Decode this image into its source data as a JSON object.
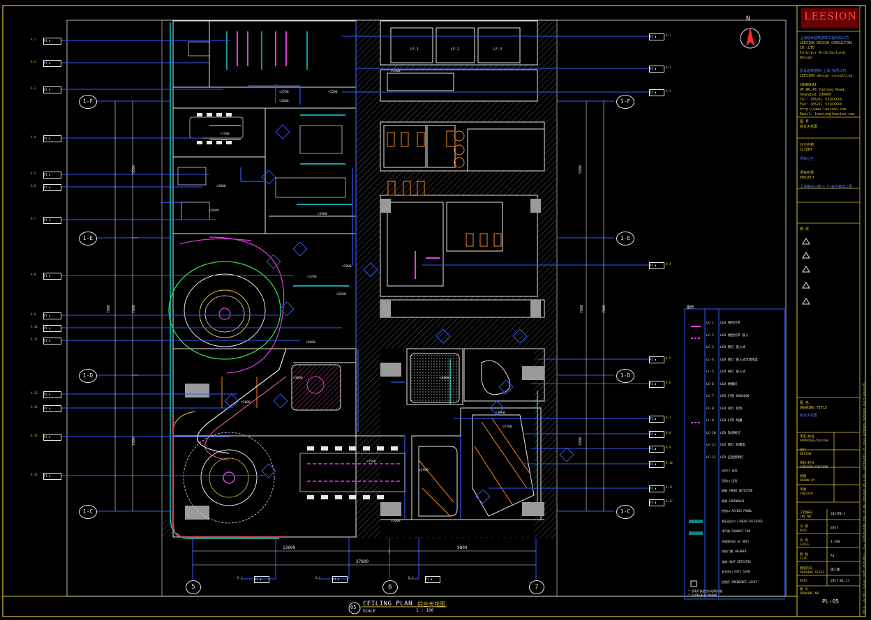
{
  "drawing": {
    "north_label": "N",
    "ceiling_plan_title": "CEILING PLAN",
    "ceiling_plan_title_cn": "综合天花图",
    "scale_label": "SCALE",
    "scale_value": "1 : 100",
    "view_number": "05",
    "sheet_number": "PL-05"
  },
  "grid_labels": {
    "rows": [
      "1-F",
      "1-E",
      "1-D",
      "1-C"
    ],
    "cols": [
      "5",
      "6",
      "7"
    ]
  },
  "dimensions": {
    "bottom_left": "13600",
    "bottom_right": "9800",
    "bottom_total": "27800",
    "left_a": "5800",
    "left_b": "7900",
    "left_total": "7800"
  },
  "title_block": {
    "logo": "LEESION",
    "company_cn": "上海励世建筑装饰工程有限公司",
    "company_en": "LEESION DESIGN CONSULTING CO.,LTD",
    "subtitle": "Interior Architectural Design",
    "company2_cn": "励世建筑装饰(上海)有限公司",
    "company2_en": "LEESION design consulting",
    "address": "SHANGHAI",
    "addr1": "9F,NO.45 Yanlong Road,",
    "addr2": "Shanghai 200000",
    "tel": "Tel:  (8621) 5316XXXX",
    "fax": "Fax:  (8621) 5316XXXX",
    "web": "http://www.leesion.com",
    "email": "Email: leesion@leesion.com",
    "client_label": "业主名称",
    "client_label_en": "CLIENT",
    "client_value": "项目业主",
    "project_label": "项目名称",
    "project_label_en": "PROJECT",
    "project_value": "上海某办公楼(1-F)室内装饰工程",
    "phase_label": "图 号",
    "phase_value": "综合天花图",
    "revision_label": "修 改",
    "drawing_title_label": "图 名",
    "drawing_title_label_en": "DRAWING TITLE",
    "drawing_title_value": "综合天花图",
    "approvals": [
      {
        "cn": "审定/批准",
        "en": "APPROVAL/REVIEW"
      },
      {
        "cn": "设计",
        "en": "DESIGN"
      },
      {
        "cn": "审核/校对",
        "en": "CHECKED/CHECKED"
      },
      {
        "cn": "绘图",
        "en": "DRAWN BY"
      },
      {
        "cn": "审图",
        "en": "CHECKED"
      }
    ],
    "job_label": "工程编号",
    "job_label_en": "JOB NO.",
    "job_value": "2017PE-1",
    "date_label": "日 期",
    "date_label_en": "DATE",
    "date_value": "2017",
    "scale2_label": "比 例",
    "scale2_label_en": "SCALE",
    "scale2_value": "1:100",
    "size_label": "图 幅",
    "size_label_en": "SIZE",
    "size_value": "A3",
    "stage_label": "图纸阶段",
    "stage_label_en": "DRAWING STATE",
    "stage_value": "施工图",
    "date2_label": "DATE",
    "date2_value": "2017.01.17",
    "sheet_label": "图 号",
    "sheet_label_en": "DRAWING NO."
  },
  "legend": {
    "title": "图例",
    "rows": [
      {
        "code": "LC-1",
        "desc": "LED 线性灯带"
      },
      {
        "code": "LC-2",
        "desc": "LED 线性灯带 嵌入"
      },
      {
        "code": "LC-3",
        "desc": "LED 筒灯 嵌入式"
      },
      {
        "code": "LC-4",
        "desc": "LED 筒灯 嵌入式可调角度"
      },
      {
        "code": "LC-5",
        "desc": "LED 射灯 嵌入式"
      },
      {
        "code": "LC-6",
        "desc": "LED 格栅灯"
      },
      {
        "code": "LC-7",
        "desc": "LED 灯盘 600X600"
      },
      {
        "code": "LC-8",
        "desc": "LED 吊灯 装饰"
      },
      {
        "code": "LC-9",
        "desc": "LED 灯带 暗藏"
      },
      {
        "code": "LC-10",
        "desc": "LED 轨道射灯"
      },
      {
        "code": "LC-11",
        "desc": "LED 筒灯 防雾型"
      },
      {
        "code": "LC-12",
        "desc": "LED 应急照明灯"
      }
    ],
    "extra": [
      "出风口 送风",
      "回风口 回风",
      "烟感 SMOKE DETECTOR",
      "喷淋 SPRINKLER",
      "检修口 ACCESS PANEL",
      "条形送风口 LINEAR DIFFUSER",
      "排气扇 EXHAUST FAN",
      "空调室内机 AC UNIT",
      "消防广播 SPEAKER",
      "温感 HEAT DETECTOR",
      "安全出口 EXIT SIGN",
      "应急灯 EMERGENCY LIGHT"
    ],
    "notes": [
      "* 所有灯具定位以现场为准",
      "* 天花标高详见剖面图"
    ]
  },
  "side_note": "NOTE: DO NOT SCALE FROM DRAWINGS. ALL DIMENSIONS ARE TO BE CHECKED ON SITE. COPYRIGHT OF THIS DRAWING REMAINS WITH LEESION.",
  "tags_left": [
    "A-1",
    "A-2",
    "A-3",
    "A-4",
    "A-5",
    "A-6",
    "A-7",
    "A-8",
    "A-9",
    "A-10",
    "A-11",
    "A-12",
    "A-13",
    "A-14",
    "A-15"
  ],
  "tags_right": [
    "B-1",
    "B-2",
    "B-3",
    "B-4",
    "B-5",
    "B-6",
    "B-7",
    "B-8",
    "B-9",
    "B-10",
    "B-11",
    "B-12"
  ],
  "elevations": {
    "e1": "2500",
    "e2": "2600",
    "e3": "2700",
    "e4": "2800",
    "e5": "2900",
    "e6": "3000"
  },
  "colors": {
    "yellow": "#d8c23a",
    "blue": "#2f5bff",
    "cyan": "#18d8d8",
    "magenta": "#e040e0",
    "red": "#ff2a2a",
    "orange": "#ff8a1c",
    "green": "#3ad84a",
    "white": "#e8e8e8",
    "gray": "#8a8a8a"
  }
}
